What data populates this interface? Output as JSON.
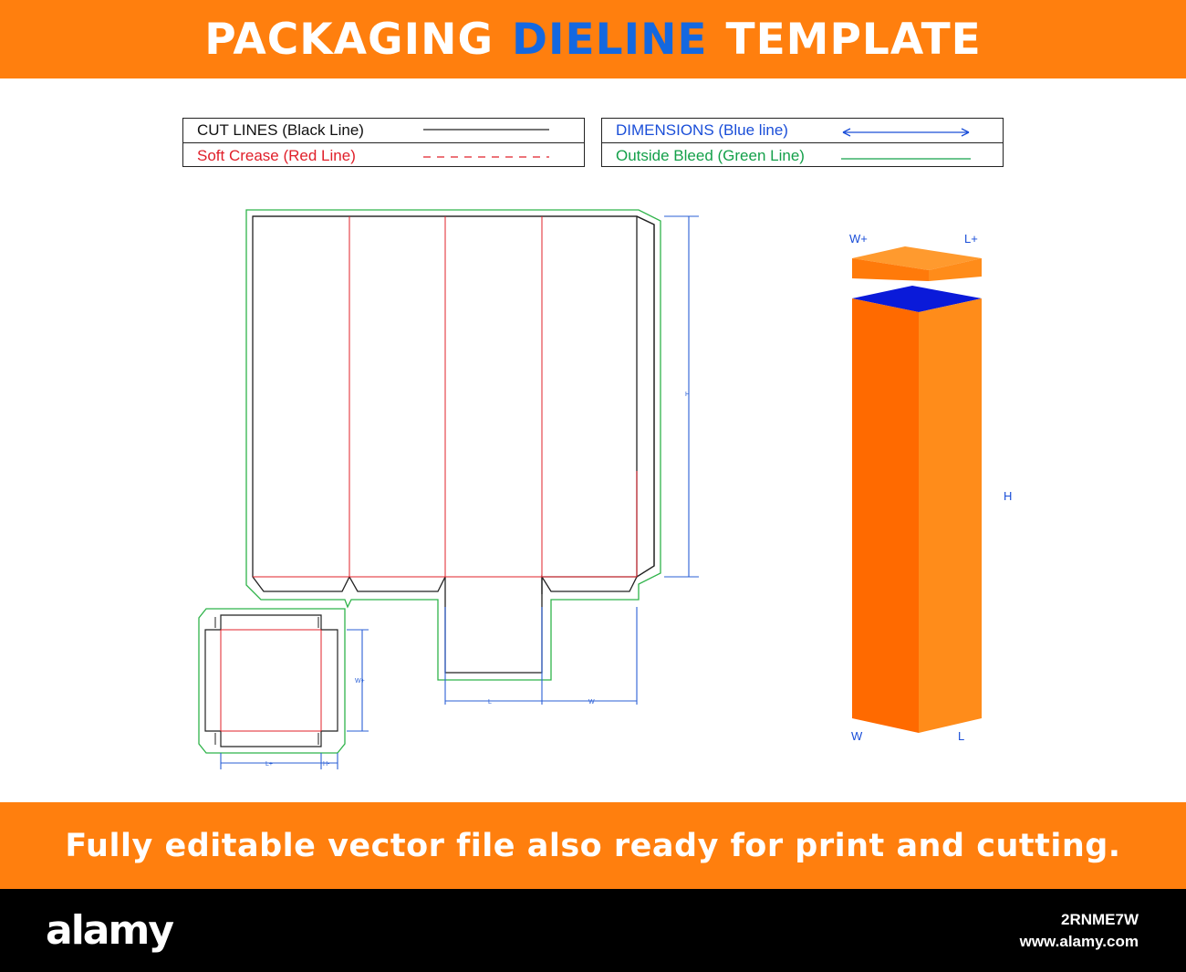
{
  "header": {
    "title_part1": "PACKAGING",
    "title_part2": "DIELINE",
    "title_part3": "TEMPLATE"
  },
  "legend": {
    "cut_lines": "CUT LINES (Black Line)",
    "soft_crease": "Soft Crease (Red Line)",
    "dimensions": "DIMENSIONS (Blue line)",
    "outside_bleed": "Outside Bleed (Green Line)"
  },
  "colors": {
    "banner": "#ff7f0e",
    "accent": "#1468e0",
    "cut": "#222222",
    "crease": "#e0202a",
    "dimension": "#2a5fd6",
    "bleed": "#2fb34a",
    "box_front": "#ff6a00",
    "box_side": "#ff8c1a",
    "box_inside": "#0a1ad9",
    "lid": "#ff8a12"
  },
  "dieline_labels": {
    "height": "H",
    "length": "L",
    "width": "W",
    "lid_width": "W+",
    "lid_length": "L+",
    "lid_height": "H-"
  },
  "box_labels": {
    "lid_width": "W+",
    "lid_length": "L+",
    "height": "H",
    "width": "W",
    "length": "L"
  },
  "footer_banner": {
    "text": "Fully editable vector file also ready for print and cutting."
  },
  "footer": {
    "logo": "alamy",
    "stock_id": "2RNME7W",
    "url": "www.alamy.com"
  }
}
